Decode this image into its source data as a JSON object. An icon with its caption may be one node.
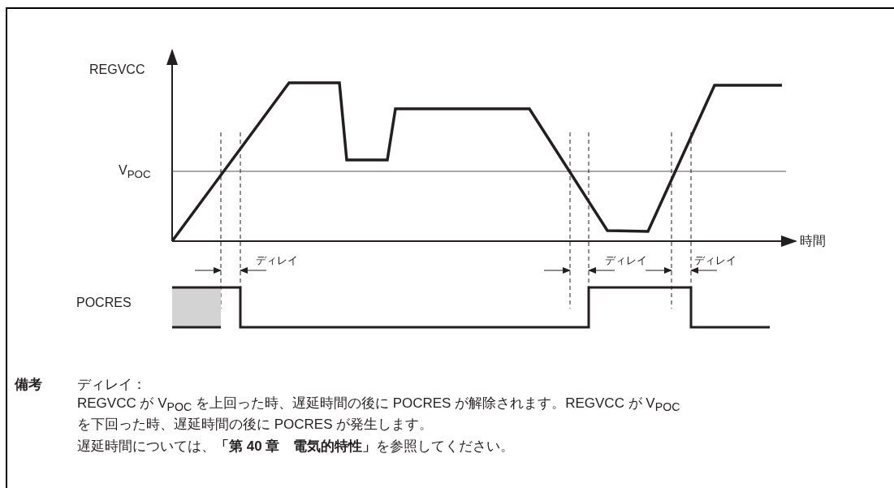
{
  "diagram": {
    "labels": [
      "REGVCC",
      "V$_{POC}$",
      "時間",
      "ディレイ",
      "ディレイ",
      "ディレイ",
      "POCRES",
      "備考",
      "ディレイ：",
      "REGVCC が V$_{POC}$ を上回った時、遅延時間の後に POCRES が解除されます。REGVCC が V$_{POC}$ を下回った時、遅延時間の後に POCRES が発生します。",
      "遅延時間については、**「第 40 章　電気的特性」**を参照してください。"
    ]
  }
}
